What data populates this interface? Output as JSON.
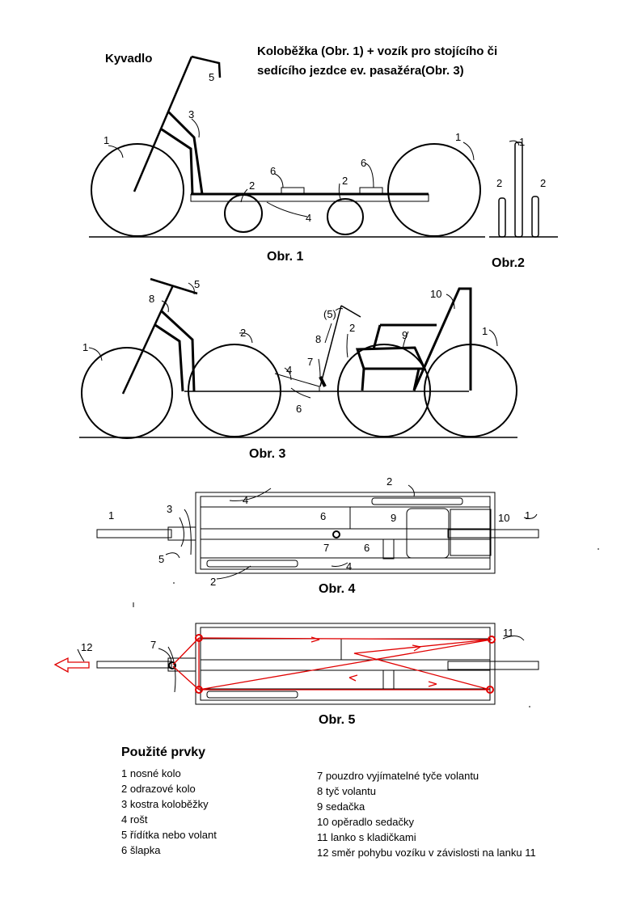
{
  "header": {
    "kyvadlo": "Kyvadlo",
    "title_line1": "Koloběžka (Obr. 1) + vozík pro stojícího či",
    "title_line2": "sedícího jezdce ev. pasažéra(Obr. 3)"
  },
  "captions": {
    "obr1": "Obr. 1",
    "obr2": "Obr.2",
    "obr3": "Obr. 3",
    "obr4": "Obr. 4",
    "obr5": "Obr. 5"
  },
  "labels": {
    "n1": "1",
    "n2": "2",
    "n3": "3",
    "n4": "4",
    "n5": "5",
    "n6": "6",
    "n7": "7",
    "n8": "8",
    "n9": "9",
    "n10": "10",
    "n11": "11",
    "n12": "12",
    "n5p": "(5)"
  },
  "legend": {
    "title": "Použité prvky",
    "col1": [
      "1 nosné kolo",
      "2 odrazové kolo",
      "3 kostra koloběžky",
      "4 rošt",
      "5 řídítka nebo volant",
      "6 šlapka"
    ],
    "col2": [
      "7 pouzdro vyjímatelné tyče volantu",
      "8 tyč  volantu",
      "9 sedačka",
      "10 opěradlo sedačky",
      "11 lanko s kladičkami",
      "12 směr pohybu vozíku v závislosti na lanku 11"
    ]
  },
  "colors": {
    "line": "#000000",
    "cable": "#e00000"
  }
}
